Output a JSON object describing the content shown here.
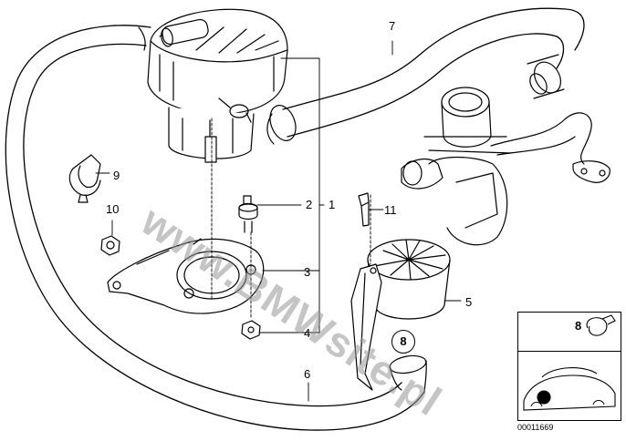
{
  "watermark": "www.BMWsite.pl",
  "callouts": [
    {
      "id": "label-1",
      "text": "1"
    },
    {
      "id": "label-2",
      "text": "2"
    },
    {
      "id": "label-3",
      "text": "3"
    },
    {
      "id": "label-4",
      "text": "4"
    },
    {
      "id": "label-5",
      "text": "5"
    },
    {
      "id": "label-6",
      "text": "6"
    },
    {
      "id": "label-7",
      "text": "7"
    },
    {
      "id": "label-8",
      "text": "8"
    },
    {
      "id": "label-9",
      "text": "9"
    },
    {
      "id": "label-10",
      "text": "10"
    },
    {
      "id": "label-11",
      "text": "11"
    }
  ],
  "inset": {
    "label": "8"
  },
  "doc_number": "00011669"
}
